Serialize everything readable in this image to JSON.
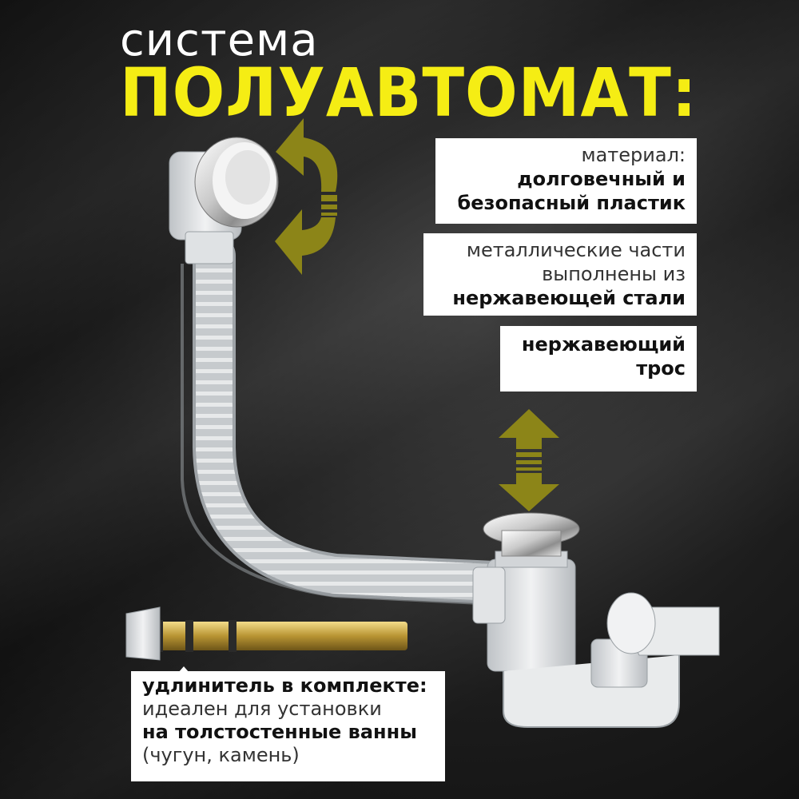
{
  "header": {
    "line1": "система",
    "line2": "ПОЛУАВТОМАТ:"
  },
  "cards": {
    "material": {
      "line1": "материал:",
      "line2": "долговечный и",
      "line3": "безопасный пластик"
    },
    "metal": {
      "line1": "металлические части",
      "line2": "выполнены из",
      "line3": "нержавеющей стали"
    },
    "cable": {
      "line1": "нержавеющий",
      "line2": "трос"
    },
    "extension": {
      "line1": "удлинитель в комплекте:",
      "line2": "идеален для установки",
      "line3": "на толстостенные ванны",
      "line4": "(чугун, камень)"
    }
  },
  "colors": {
    "accent_yellow": "#f5ed14",
    "arrow_olive": "#8c8518",
    "background": "#1c1c1c",
    "card": "#ffffff"
  },
  "icons": {
    "rotate": "rotate-arrows-icon",
    "vertical": "up-down-arrow-icon",
    "pointer": "pointer-triangle-icon"
  }
}
